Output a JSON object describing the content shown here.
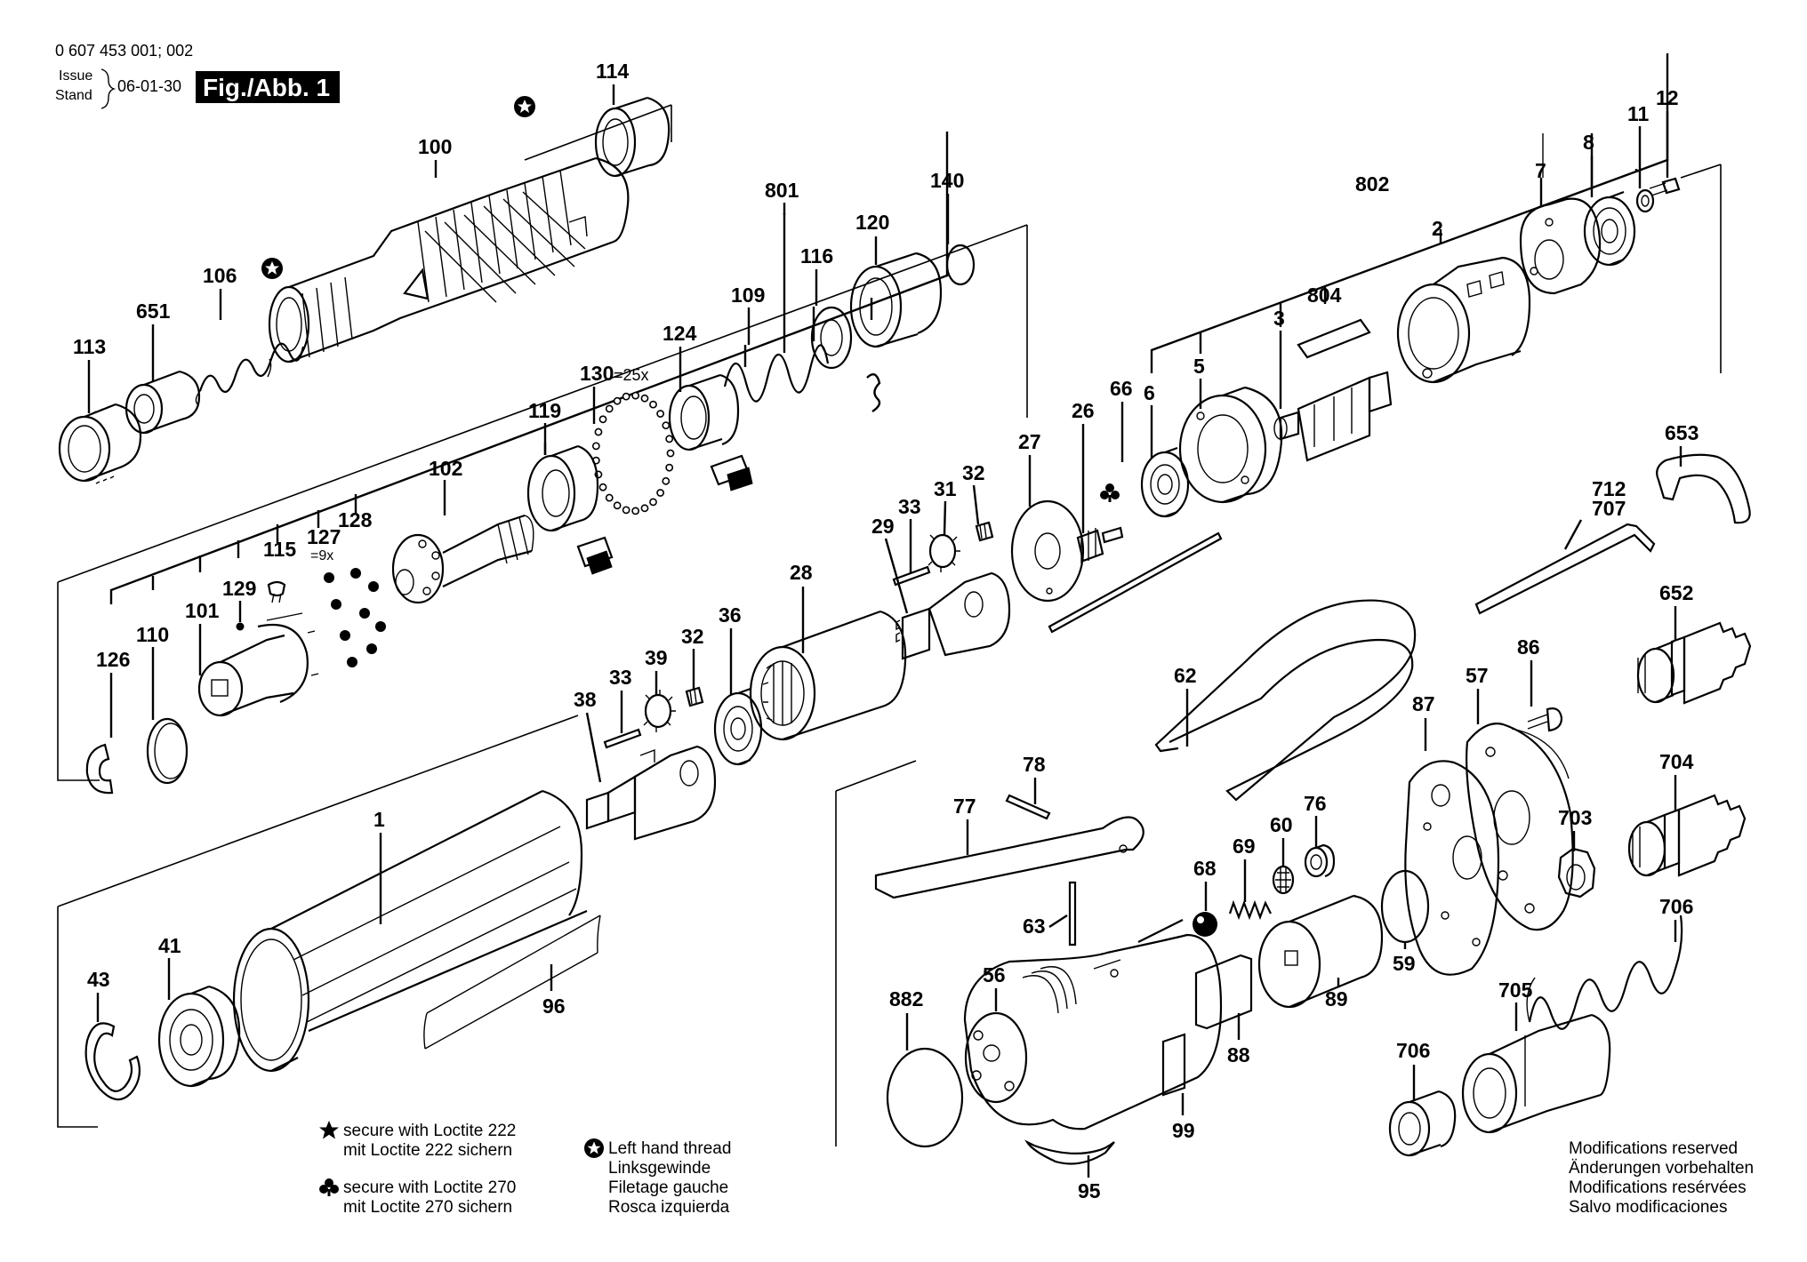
{
  "header": {
    "doc_number": "0 607 453 001; 002",
    "issue_label": "Issue",
    "stand_label": "Stand",
    "date": "06-01-30",
    "figure_label": "Fig./Abb. 1"
  },
  "callouts": {
    "c114": "114",
    "c100": "100",
    "c106": "106",
    "c651": "651",
    "c113": "113",
    "c801": "801",
    "c140": "140",
    "c120": "120",
    "c116": "116",
    "c109": "109",
    "c124": "124",
    "c130": "130",
    "c130_qty": "=25x",
    "c119": "119",
    "c102": "102",
    "c128": "128",
    "c127": "127",
    "c127_qty": "=9x",
    "c115": "115",
    "c129": "129",
    "c101": "101",
    "c110": "110",
    "c126": "126",
    "c802": "802",
    "c12": "12",
    "c11": "11",
    "c8": "8",
    "c7": "7",
    "c2": "2",
    "c804": "804",
    "c3": "3",
    "c5": "5",
    "c6": "6",
    "c66": "66",
    "c26": "26",
    "c27": "27",
    "c32a": "32",
    "c31": "31",
    "c33a": "33",
    "c29": "29",
    "c28": "28",
    "c36": "36",
    "c32b": "32",
    "c39": "39",
    "c33b": "33",
    "c38": "38",
    "c1": "1",
    "c41": "41",
    "c43": "43",
    "c96": "96",
    "c653": "653",
    "c712": "712",
    "c707": "707",
    "c652": "652",
    "c86": "86",
    "c57": "57",
    "c87": "87",
    "c62": "62",
    "c78": "78",
    "c77": "77",
    "c60": "60",
    "c76": "76",
    "c69": "69",
    "c68": "68",
    "c63": "63",
    "c56": "56",
    "c882": "882",
    "c89": "89",
    "c88": "88",
    "c99": "99",
    "c95": "95",
    "c59": "59",
    "c704": "704",
    "c703": "703",
    "c706a": "706",
    "c705": "705",
    "c706b": "706"
  },
  "legend": {
    "loctite222_line1": "secure with Loctite 222",
    "loctite222_line2": "mit Loctite 222 sichern",
    "loctite270_line1": "secure with Loctite 270",
    "loctite270_line2": "mit Loctite 270 sichern",
    "lh_line1": "Left hand thread",
    "lh_line2": "Linksgewinde",
    "lh_line3": "Filetage gauche",
    "lh_line4": "Rosca izquierda"
  },
  "modifications": {
    "line1": "Modifications reserved",
    "line2": "Änderungen vorbehalten",
    "line3": "Modifications resérvées",
    "line4": "Salvo modificaciones"
  },
  "icons": {
    "loctite222_symbol": "star-icon",
    "loctite270_symbol": "club-icon",
    "left_hand_thread_symbol": "circled-star-icon"
  }
}
